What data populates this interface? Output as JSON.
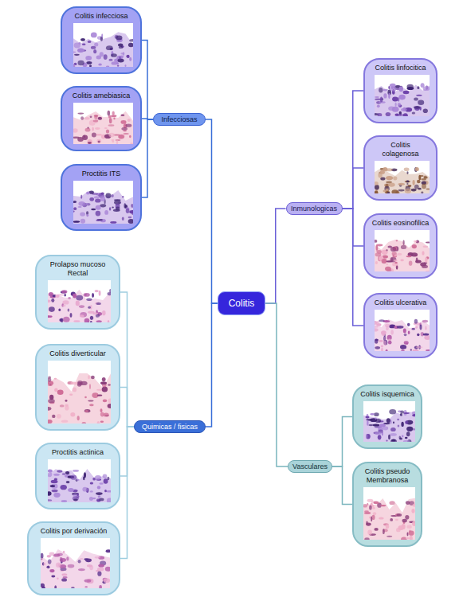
{
  "diagram": {
    "nodes": [
      {
        "text": [
          "Colitis"
        ]
      },
      {
        "text": [
          "Infecciosas"
        ]
      },
      {
        "text": [
          "Colitis infecciosa"
        ]
      },
      {
        "text": [
          "Colitis amebiasica"
        ]
      },
      {
        "text": [
          "Proctitis ITS"
        ]
      },
      {
        "text": [
          "Inmunologicas"
        ]
      },
      {
        "text": [
          "Colitis linfocitica"
        ]
      },
      {
        "text": [
          "Colitis colagenosa"
        ]
      },
      {
        "text": [
          "Colitis eosinofilica"
        ]
      },
      {
        "text": [
          "Colitis ulcerativa"
        ]
      },
      {
        "text": [
          "Quimicas / fisicas"
        ]
      },
      {
        "text": [
          "Prolapso mucoso Rectal"
        ]
      },
      {
        "text": [
          "Colitis diverticular"
        ]
      },
      {
        "text": [
          "Proctitis actinica"
        ]
      },
      {
        "text": [
          "Colitis por derivación"
        ]
      },
      {
        "text": [
          "Vasculares"
        ]
      },
      {
        "text": [
          "Colitis isquemica"
        ]
      },
      {
        "text": [
          "Colitis pseudo Membranosa"
        ]
      }
    ],
    "edges": [
      {
        "from": 0,
        "to": 1,
        "arrow": "none"
      },
      {
        "from": 1,
        "to": 2,
        "arrow": "none"
      },
      {
        "from": 1,
        "to": 3,
        "arrow": "none"
      },
      {
        "from": 1,
        "to": 4,
        "arrow": "none"
      },
      {
        "from": 0,
        "to": 5,
        "arrow": "none"
      },
      {
        "from": 5,
        "to": 6,
        "arrow": "none"
      },
      {
        "from": 5,
        "to": 7,
        "arrow": "none"
      },
      {
        "from": 5,
        "to": 8,
        "arrow": "none"
      },
      {
        "from": 5,
        "to": 9,
        "arrow": "none"
      },
      {
        "from": 0,
        "to": 10,
        "arrow": "none"
      },
      {
        "from": 10,
        "to": 11,
        "arrow": "none"
      },
      {
        "from": 10,
        "to": 12,
        "arrow": "none"
      },
      {
        "from": 10,
        "to": 13,
        "arrow": "none"
      },
      {
        "from": 10,
        "to": 14,
        "arrow": "none"
      },
      {
        "from": 0,
        "to": 15,
        "arrow": "none"
      },
      {
        "from": 15,
        "to": 16,
        "arrow": "none"
      },
      {
        "from": 15,
        "to": 17,
        "arrow": "none"
      }
    ]
  }
}
